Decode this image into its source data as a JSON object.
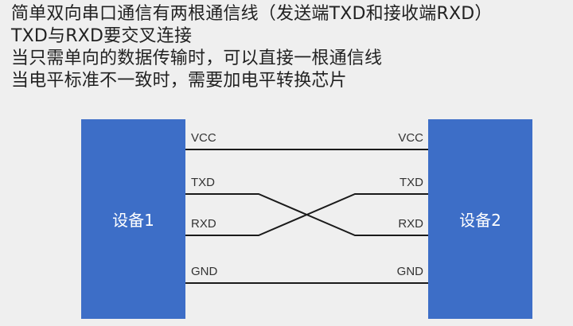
{
  "text": {
    "lines": [
      "简单双向串口通信有两根通信线（发送端TXD和接收端RXD）",
      "TXD与RXD要交叉连接",
      "当只需单向的数据传输时，可以直接一根通信线",
      "当电平标准不一致时，需要加电平转换芯片"
    ]
  },
  "diagram": {
    "device_left": {
      "label": "设备1",
      "color": "#3d6ec7"
    },
    "device_right": {
      "label": "设备2",
      "color": "#3d6ec7"
    },
    "pins_left": [
      "VCC",
      "TXD",
      "RXD",
      "GND"
    ],
    "pins_right": [
      "VCC",
      "TXD",
      "RXD",
      "GND"
    ],
    "wires": [
      {
        "from": "设备1.VCC",
        "to": "设备2.VCC",
        "type": "straight"
      },
      {
        "from": "设备1.TXD",
        "to": "设备2.RXD",
        "type": "crossed"
      },
      {
        "from": "设备1.RXD",
        "to": "设备2.TXD",
        "type": "crossed"
      },
      {
        "from": "设备1.GND",
        "to": "设备2.GND",
        "type": "straight"
      }
    ],
    "wire_color": "#1a1a1a"
  }
}
